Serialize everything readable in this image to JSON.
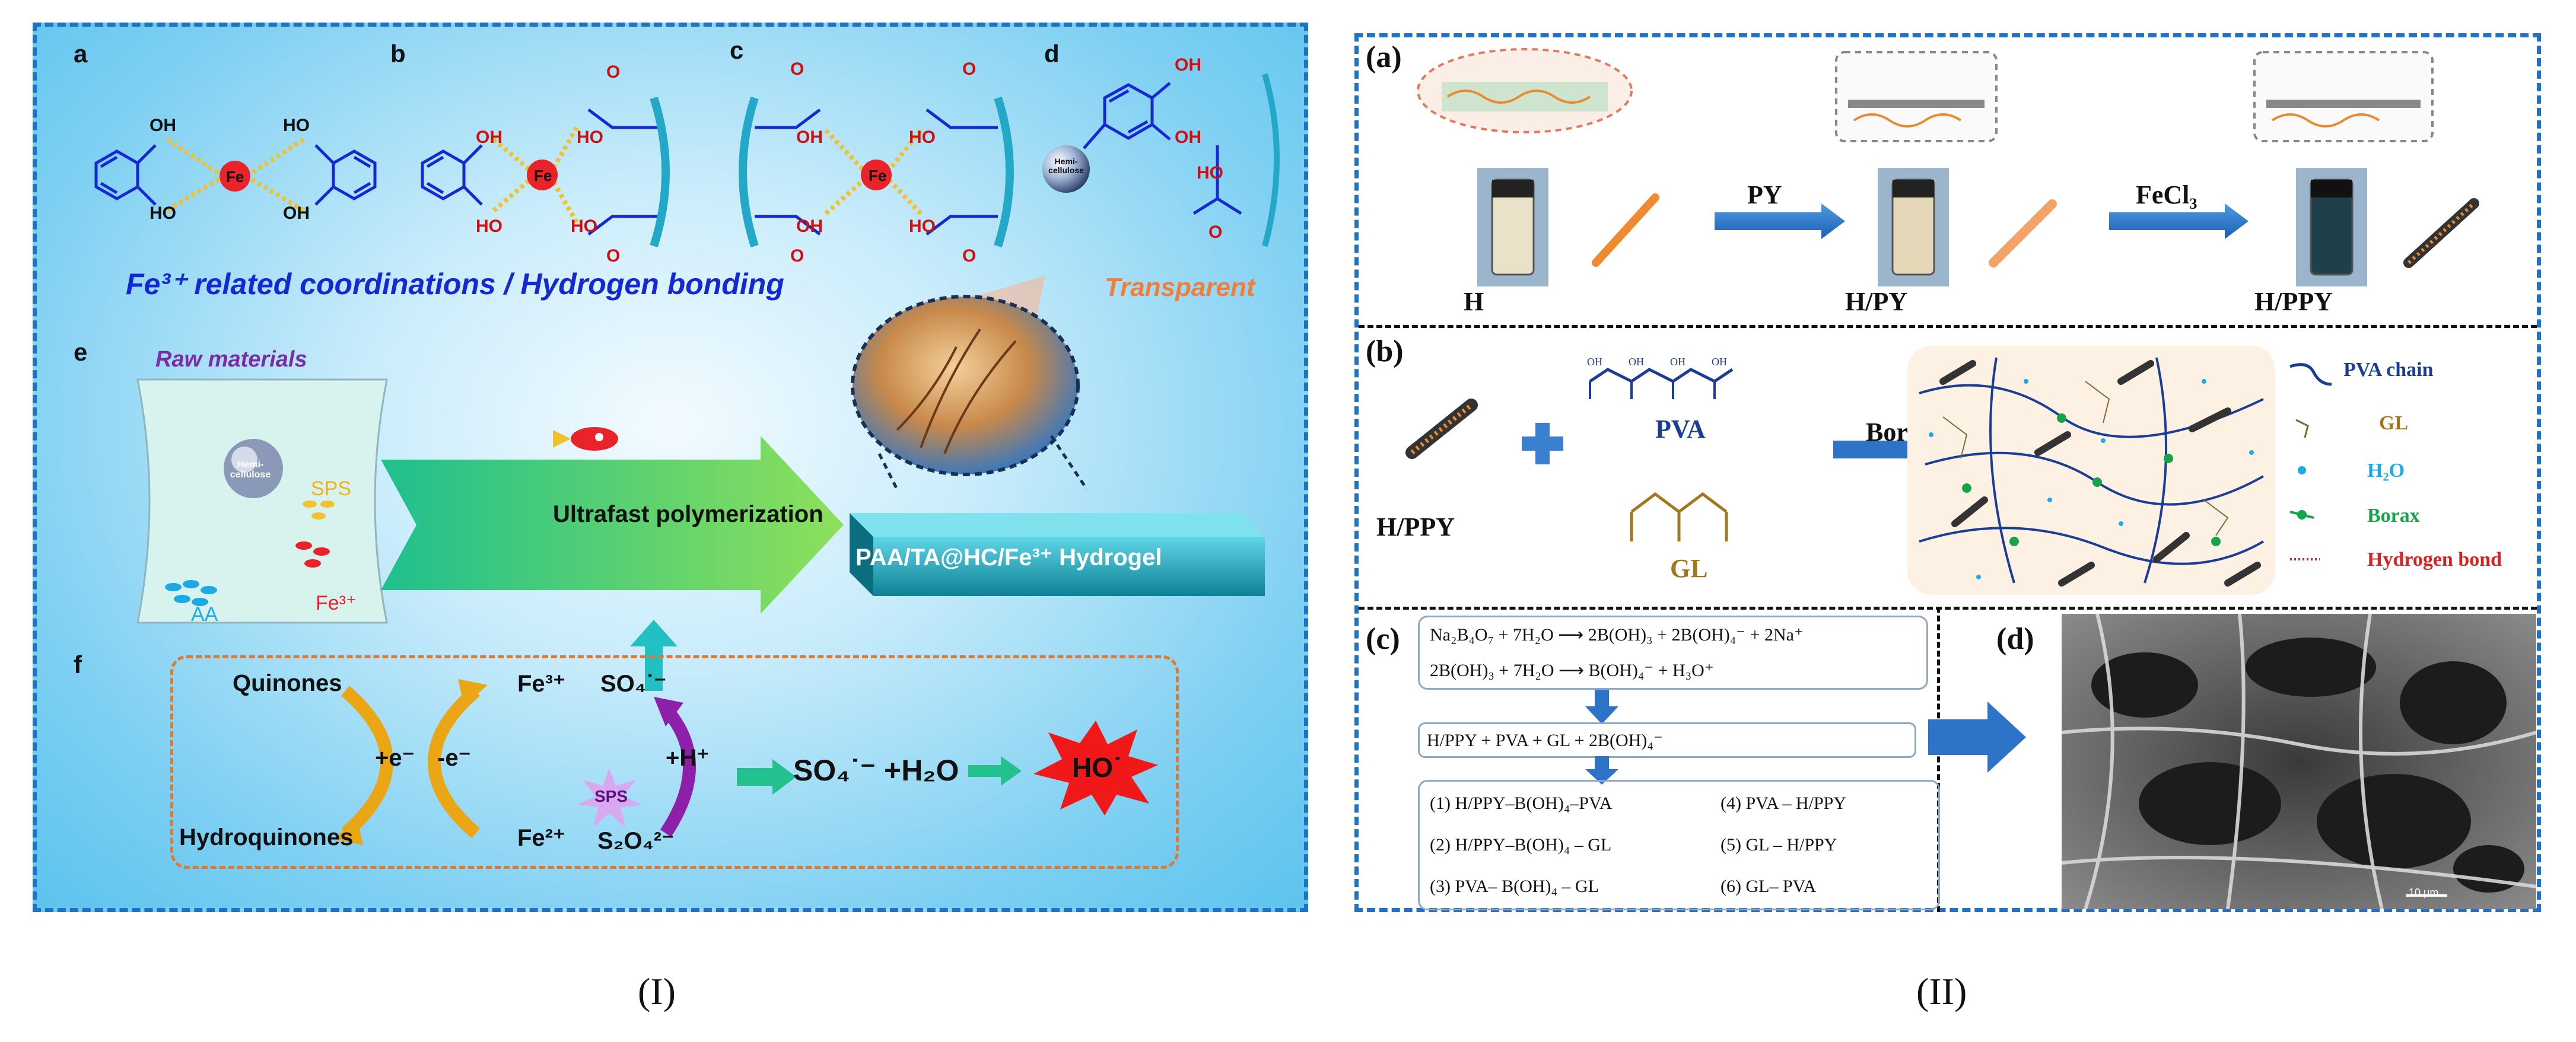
{
  "panel1": {
    "labels": [
      "a",
      "b",
      "c",
      "d",
      "e",
      "f"
    ],
    "metal": "Fe",
    "oh": "OH",
    "ho": "HO",
    "o": "O",
    "hemicellulose": "Hemi-\ncellulose",
    "coordination_title": "Fe³⁺ related coordinations / Hydrogen bonding",
    "transparent": "Transparent",
    "raw_materials": "Raw materials",
    "sps": "SPS",
    "aa": "AA",
    "fe3": "Fe³⁺",
    "process": "Ultrafast polymerization",
    "product": "PAA/TA@HC/Fe³⁺ Hydrogel",
    "cycle": {
      "quinones": "Quinones",
      "hydroquinones": "Hydroquinones",
      "plus_e": "+e⁻",
      "minus_e": "-e⁻",
      "fe3": "Fe³⁺",
      "fe2": "Fe²⁺",
      "so4_radical": "SO₄˙⁻",
      "s2o4": "S₂O₄²⁻",
      "sps": "SPS",
      "plus_h": "+H⁺",
      "reaction": "SO₄˙⁻ +H₂O",
      "product": "HO˙"
    },
    "caption": "(I)"
  },
  "panel2": {
    "a": {
      "label": "(a)",
      "step1": "PY",
      "step2": "FeCl₃",
      "samples": [
        "H",
        "H/PY",
        "H/PPY"
      ]
    },
    "b": {
      "label": "(b)",
      "reactant": "H/PPY",
      "plus": "+",
      "pva": "PVA",
      "gl": "GL",
      "reagent": "Borax",
      "oh": "OH",
      "legend": [
        "PVA chain",
        "GL",
        "H₂O",
        "Borax",
        "Hydrogen bond"
      ]
    },
    "c": {
      "label": "(c)",
      "eq1": "Na₂B₄O₇ + 7H₂O ⟶ 2B(OH)₃ + 2B(OH)₄⁻ + 2Na⁺",
      "eq2": "2B(OH)₃ + 7H₂O ⟶ B(OH)₄⁻ + H₃O⁺",
      "mix": "H/PPY + PVA + GL + 2B(OH)₄⁻",
      "bonds": [
        "(1)  H/PPY–B(OH)₄–PVA",
        "(4)  PVA – H/PPY",
        "(2)  H/PPY–B(OH)₄ – GL",
        "(5)  GL – H/PPY",
        "(3)  PVA– B(OH)₄ – GL",
        "(6)  GL– PVA"
      ]
    },
    "d": {
      "label": "(d)",
      "scale": "10 μm"
    },
    "caption": "(II)"
  },
  "colors": {
    "frame": "#1e73c9",
    "iron": "#e8232a",
    "bond": "#f2c12e",
    "hydrogel": "#1f9fb5",
    "arrow_green": "#22c18d",
    "pva": "#1a3e96",
    "gl": "#a3771f",
    "borax": "#17a34a",
    "water": "#1ca9e6",
    "hbond": "#d42323"
  }
}
